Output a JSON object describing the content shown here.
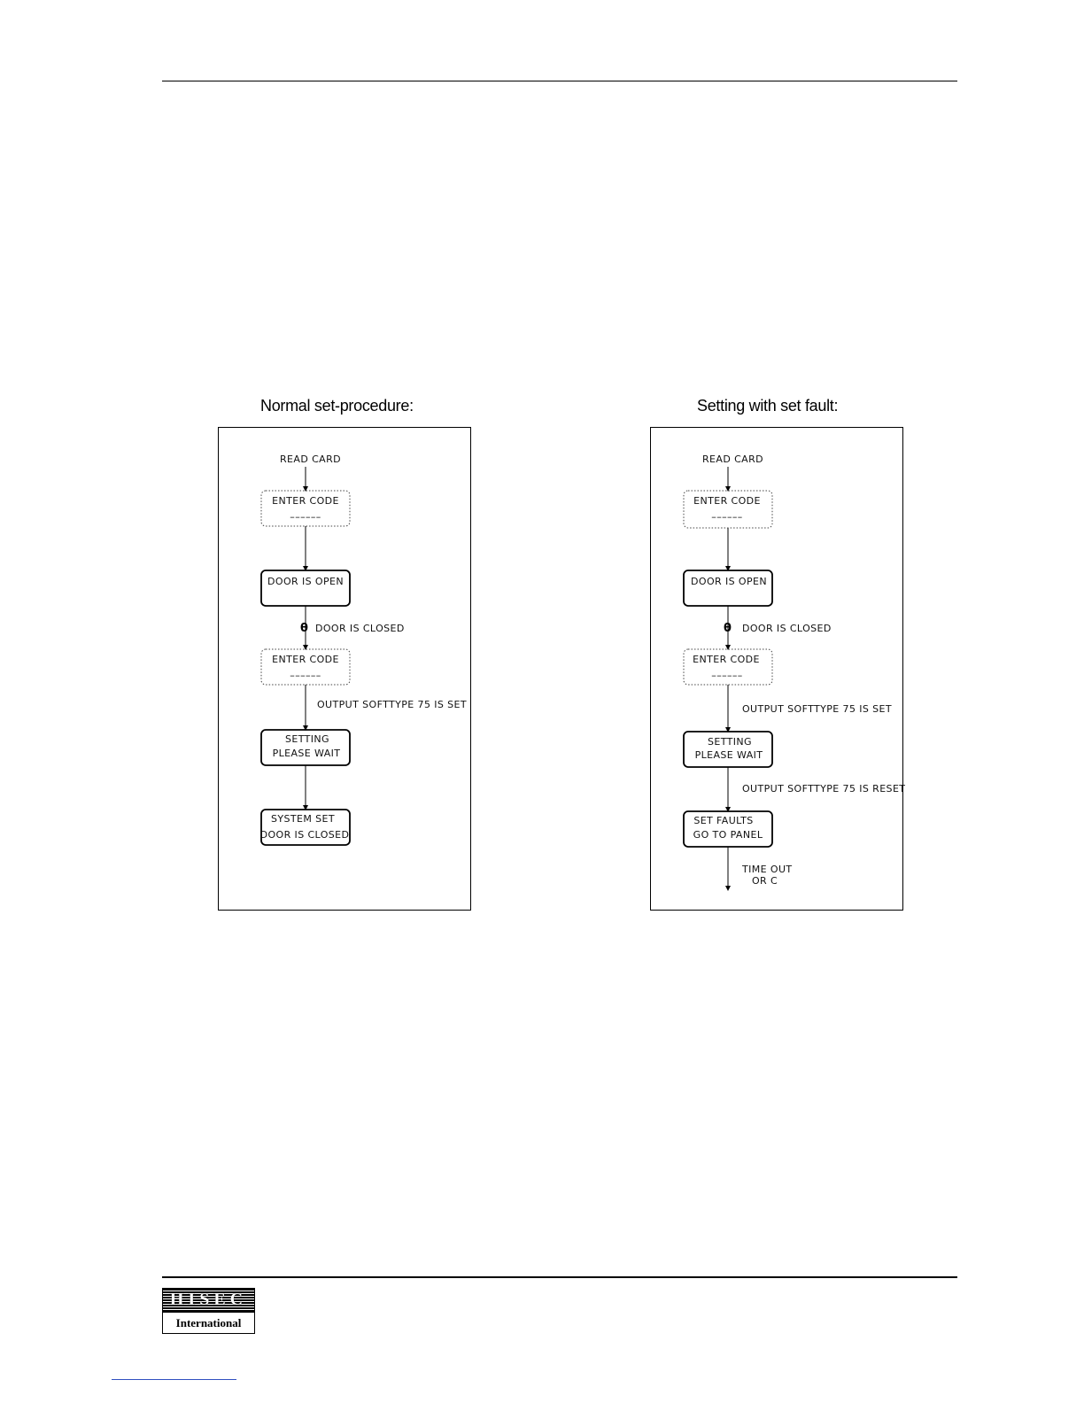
{
  "logo": {
    "name": "HISEC",
    "subtitle": "International"
  },
  "left": {
    "title": "Normal set-procedure:",
    "start": "READ CARD",
    "nodes": [
      {
        "id": "enter-code-1",
        "lines": [
          "ENTER CODE",
          "––––––"
        ],
        "style": "dotted"
      },
      {
        "id": "door-open",
        "lines": [
          "DOOR IS OPEN"
        ],
        "style": "solid"
      },
      {
        "id": "enter-code-2",
        "lines": [
          "ENTER CODE",
          "––––––"
        ],
        "style": "dotted"
      },
      {
        "id": "setting",
        "lines": [
          "SETTING",
          "PLEASE WAIT"
        ],
        "style": "solid"
      },
      {
        "id": "system-set",
        "lines": [
          "SYSTEM SET",
          "DOOR IS CLOSED"
        ],
        "style": "solid"
      }
    ],
    "edge_labels": {
      "door_closed": "DOOR IS CLOSED",
      "output_set": "OUTPUT SOFTTYPE 75 IS SET"
    },
    "lock_symbol": "θ"
  },
  "right": {
    "title": "Setting with set fault:",
    "start": "READ CARD",
    "nodes": [
      {
        "id": "enter-code-1",
        "lines": [
          "ENTER CODE",
          "––––––"
        ],
        "style": "dotted"
      },
      {
        "id": "door-open",
        "lines": [
          "DOOR IS OPEN"
        ],
        "style": "solid"
      },
      {
        "id": "enter-code-2",
        "lines": [
          "ENTER CODE",
          "––––––"
        ],
        "style": "dotted"
      },
      {
        "id": "setting",
        "lines": [
          "SETTING",
          "PLEASE WAIT"
        ],
        "style": "solid"
      },
      {
        "id": "set-faults",
        "lines": [
          "SET FAULTS",
          "GO TO PANEL"
        ],
        "style": "solid"
      }
    ],
    "edge_labels": {
      "door_closed": "DOOR IS CLOSED",
      "output_set": "OUTPUT SOFTTYPE 75 IS SET",
      "output_reset": "OUTPUT SOFTTYPE 75 IS RESET",
      "timeout_1": "TIME OUT",
      "timeout_2": "OR C"
    },
    "lock_symbol": "θ"
  }
}
